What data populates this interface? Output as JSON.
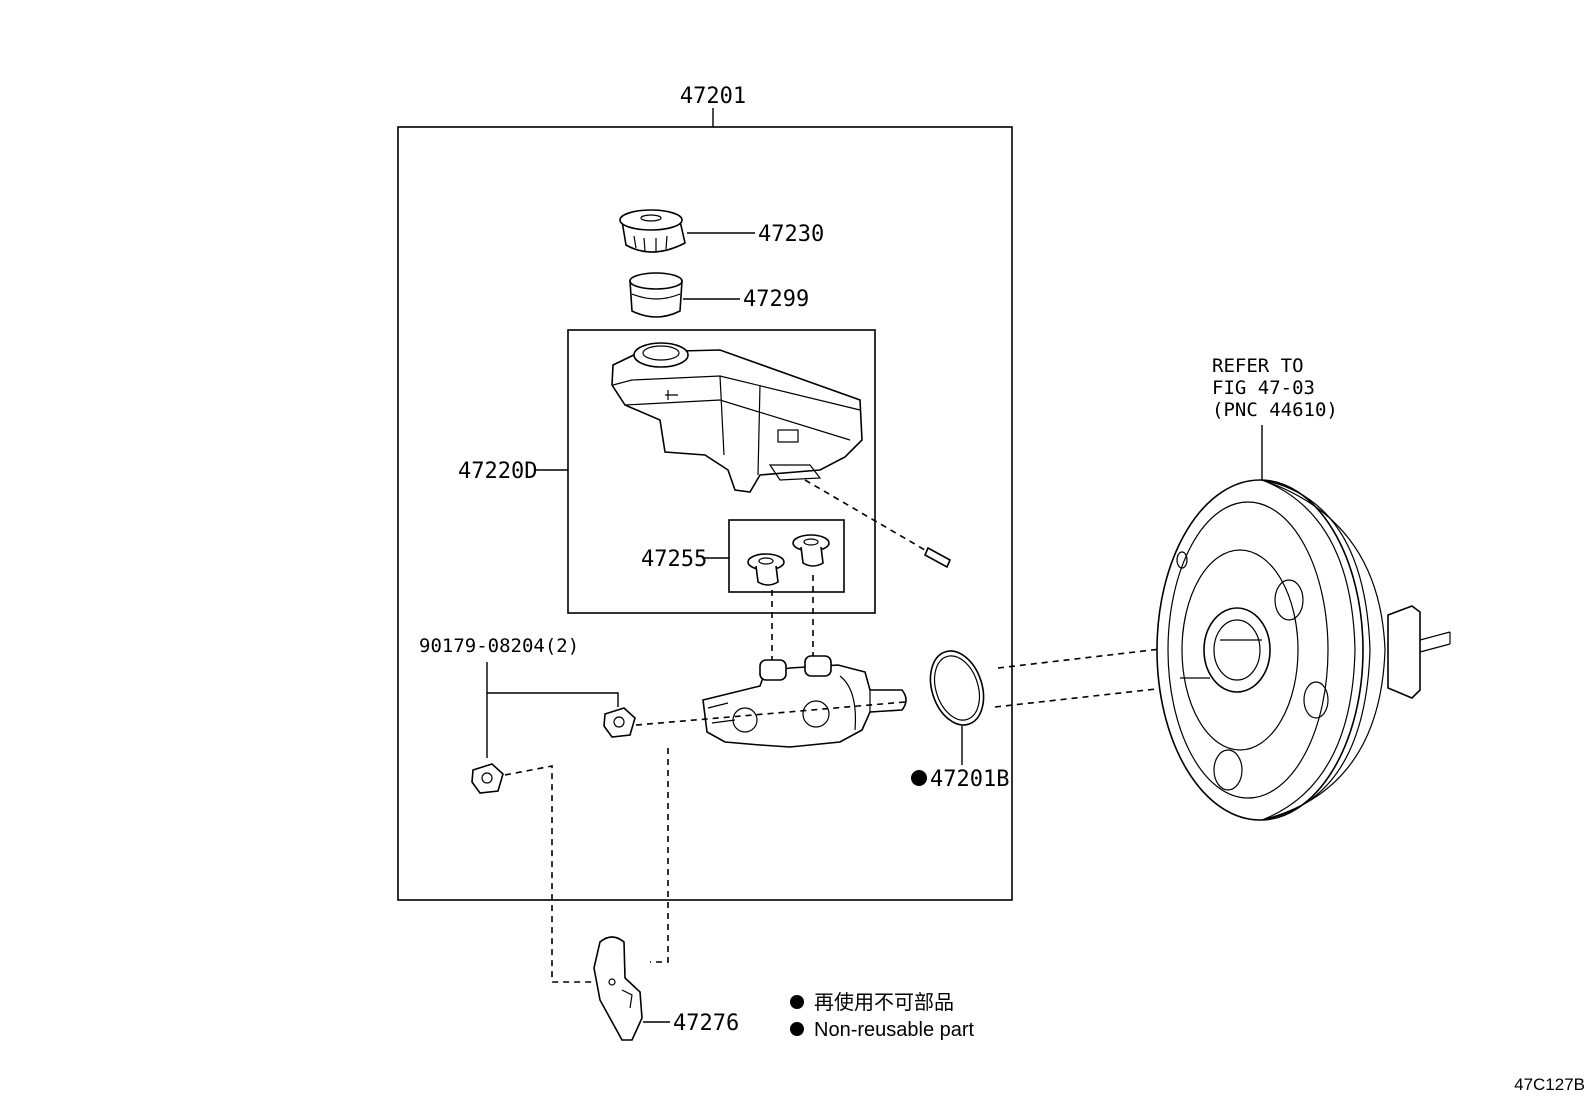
{
  "diagram": {
    "labels": {
      "assembly": "47201",
      "cap": "47230",
      "strainer": "47299",
      "reservoir": "47220D",
      "grommet": "47255",
      "nuts": "90179-08204(2)",
      "gasket": "47201B",
      "bracket": "47276",
      "refer_line1": "REFER TO",
      "refer_line2": "FIG 47-03",
      "refer_line3": "(PNC 44610)"
    },
    "legend": {
      "japanese": "再使用不可部品",
      "english": "Non-reusable part"
    },
    "figure_id": "47C127B"
  }
}
